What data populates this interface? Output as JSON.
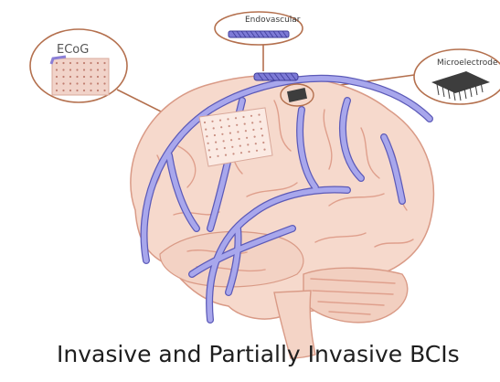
{
  "title": "Invasive and Partially Invasive BCIs",
  "callouts": {
    "ecog": {
      "label": "ECoG"
    },
    "endovascular": {
      "label": "Endovascular"
    },
    "microelectrode": {
      "label": "Microelectrode"
    }
  },
  "colors": {
    "brain": "#f6d9cc",
    "brain_outline": "#d99a86",
    "vessel": "#a8a7ec",
    "vessel_outline": "#5c5ab8",
    "callout_outline": "#b4704e",
    "ecog_grid": "#f1d3c9",
    "ecog_bar": "#8b7fd6",
    "chip": "#3d3d3d"
  }
}
